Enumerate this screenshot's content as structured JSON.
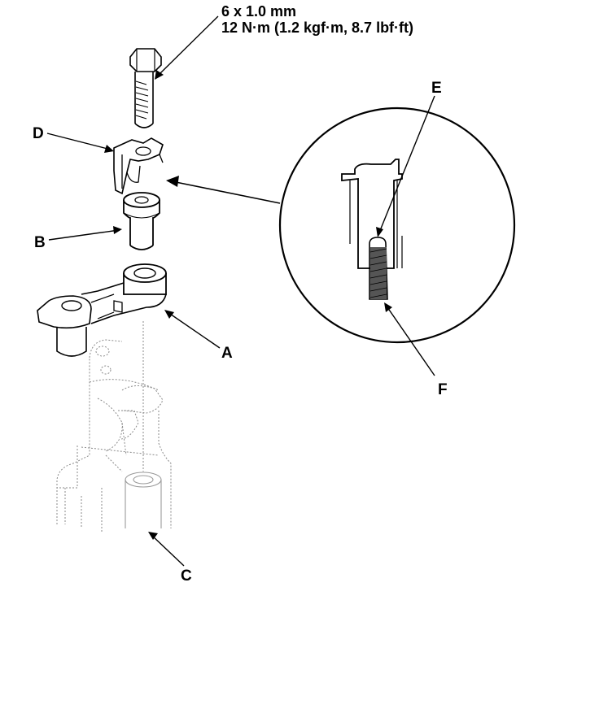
{
  "torque_spec": {
    "bolt_size": "6 x 1.0 mm",
    "torque": "12 N·m (1.2 kgf·m, 8.7 lbf·ft)"
  },
  "callouts": {
    "A": "A",
    "B": "B",
    "C": "C",
    "D": "D",
    "E": "E",
    "F": "F"
  }
}
